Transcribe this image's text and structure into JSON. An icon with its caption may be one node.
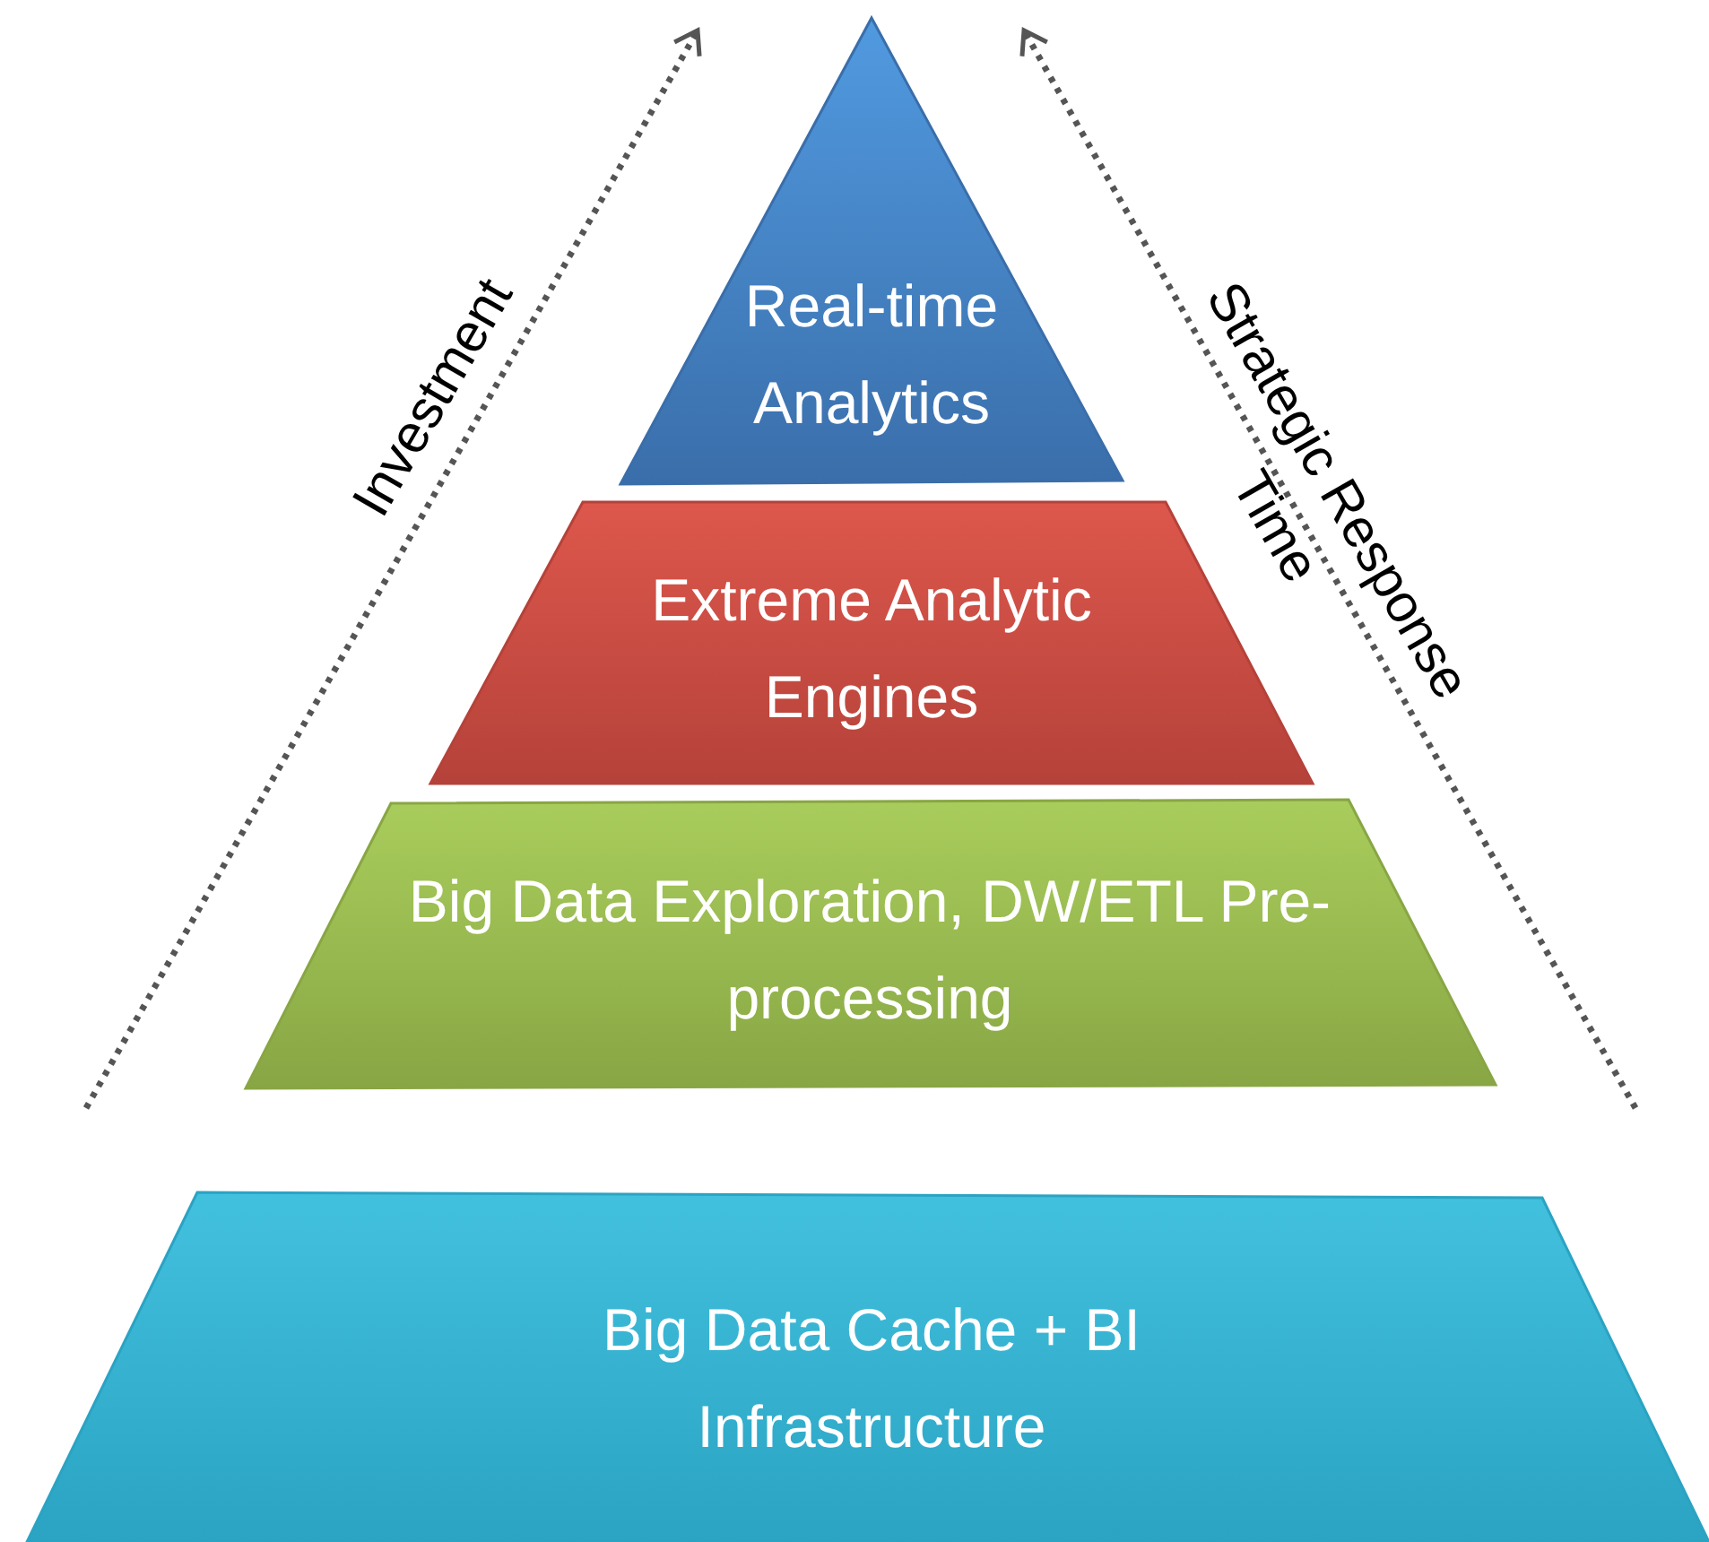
{
  "diagram": {
    "nodes": [
      {
        "text": [
          "Real-time Analytics"
        ]
      },
      {
        "text": [
          "Extreme Analytic Engines"
        ]
      },
      {
        "text": [
          "Big Data Exploration, DW/ETL Pre-processing"
        ]
      },
      {
        "text": [
          "Big Data Cache + BI Infrastructure"
        ]
      }
    ],
    "labels": [
      "Investment",
      "Strategic Response Time"
    ]
  }
}
